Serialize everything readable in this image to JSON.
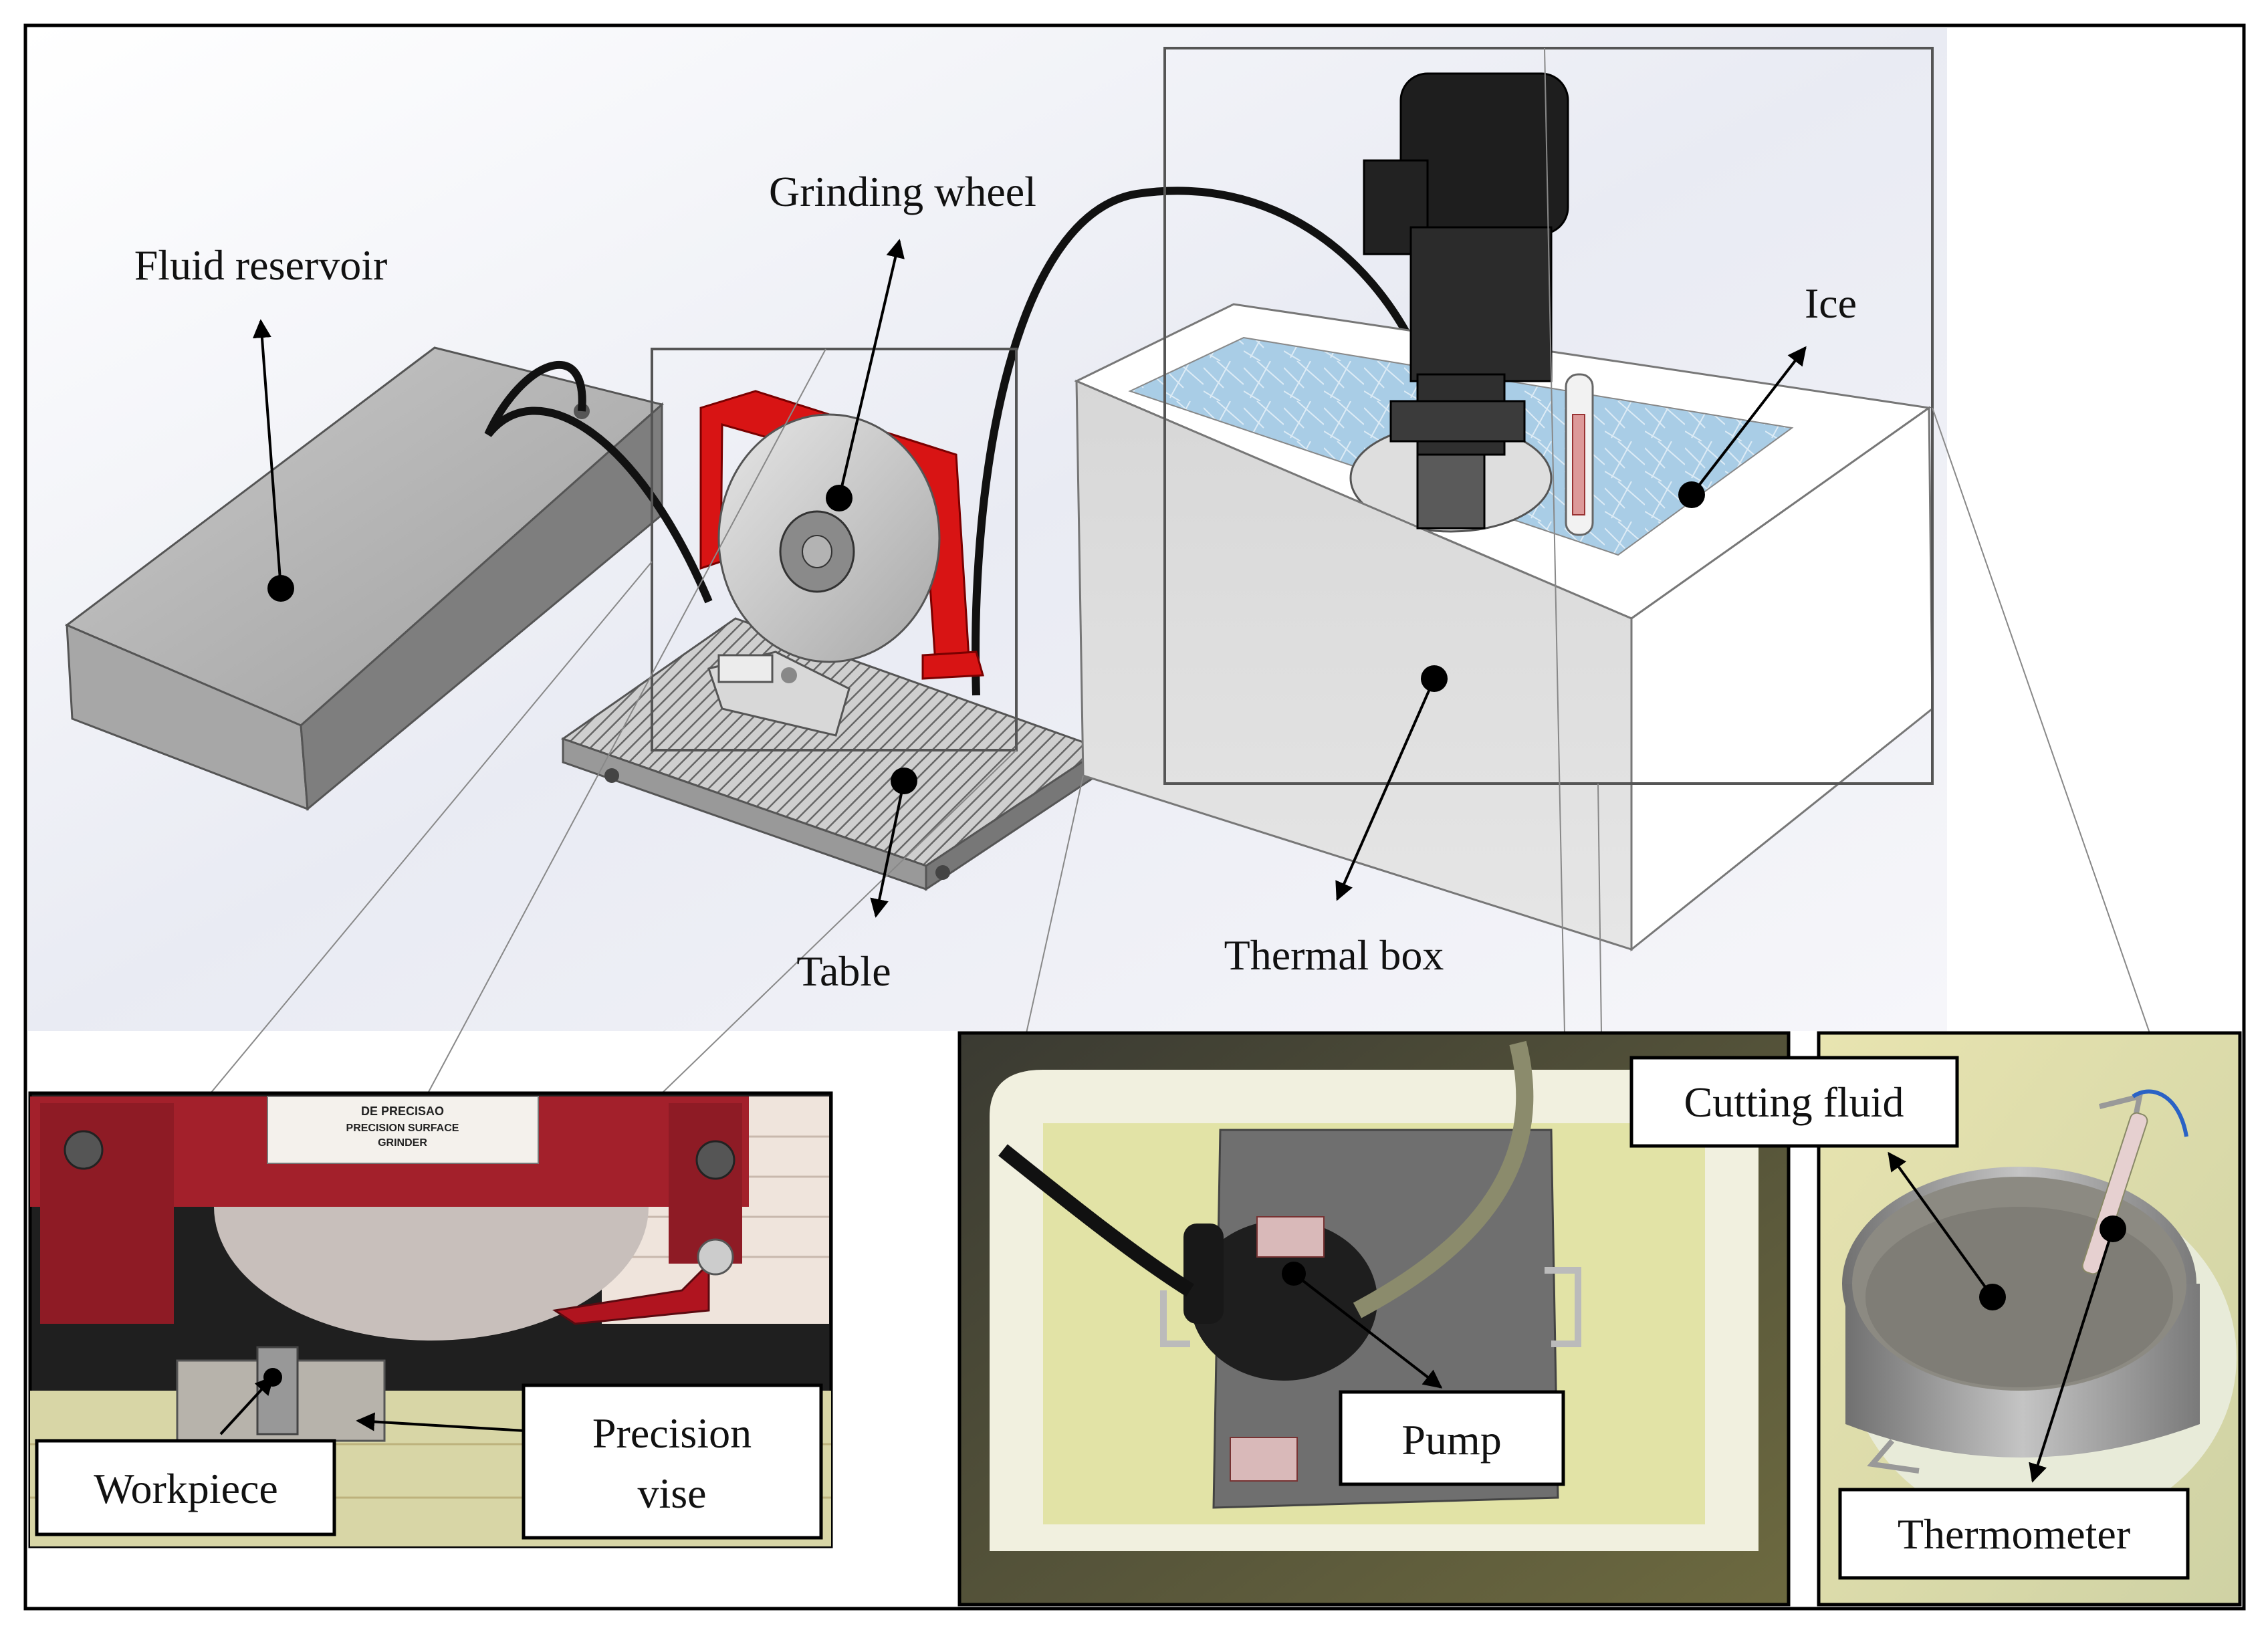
{
  "labels": {
    "fluid_reservoir": "Fluid reservoir",
    "grinding_wheel": "Grinding wheel",
    "ice": "Ice",
    "table": "Table",
    "thermal_box": "Thermal box",
    "cutting_fluid": "Cutting fluid",
    "pump": "Pump",
    "thermometer": "Thermometer",
    "workpiece": "Workpiece",
    "precision_vise_line1": "Precision",
    "precision_vise_line2": "vise"
  },
  "photo_text": {
    "machine_plate_line1": "DE PRECISAO",
    "machine_plate_line2": "PRECISION SURFACE",
    "machine_plate_line3": "GRINDER"
  },
  "colors": {
    "frame": "#000000",
    "machine_red": "#d81414",
    "photo_red": "#9c1a22",
    "ice_blue": "#9ec6e2",
    "box_white": "#f2f2f2",
    "metal_grey": "#8f8f8f",
    "photo_cream": "#ece6c2"
  }
}
